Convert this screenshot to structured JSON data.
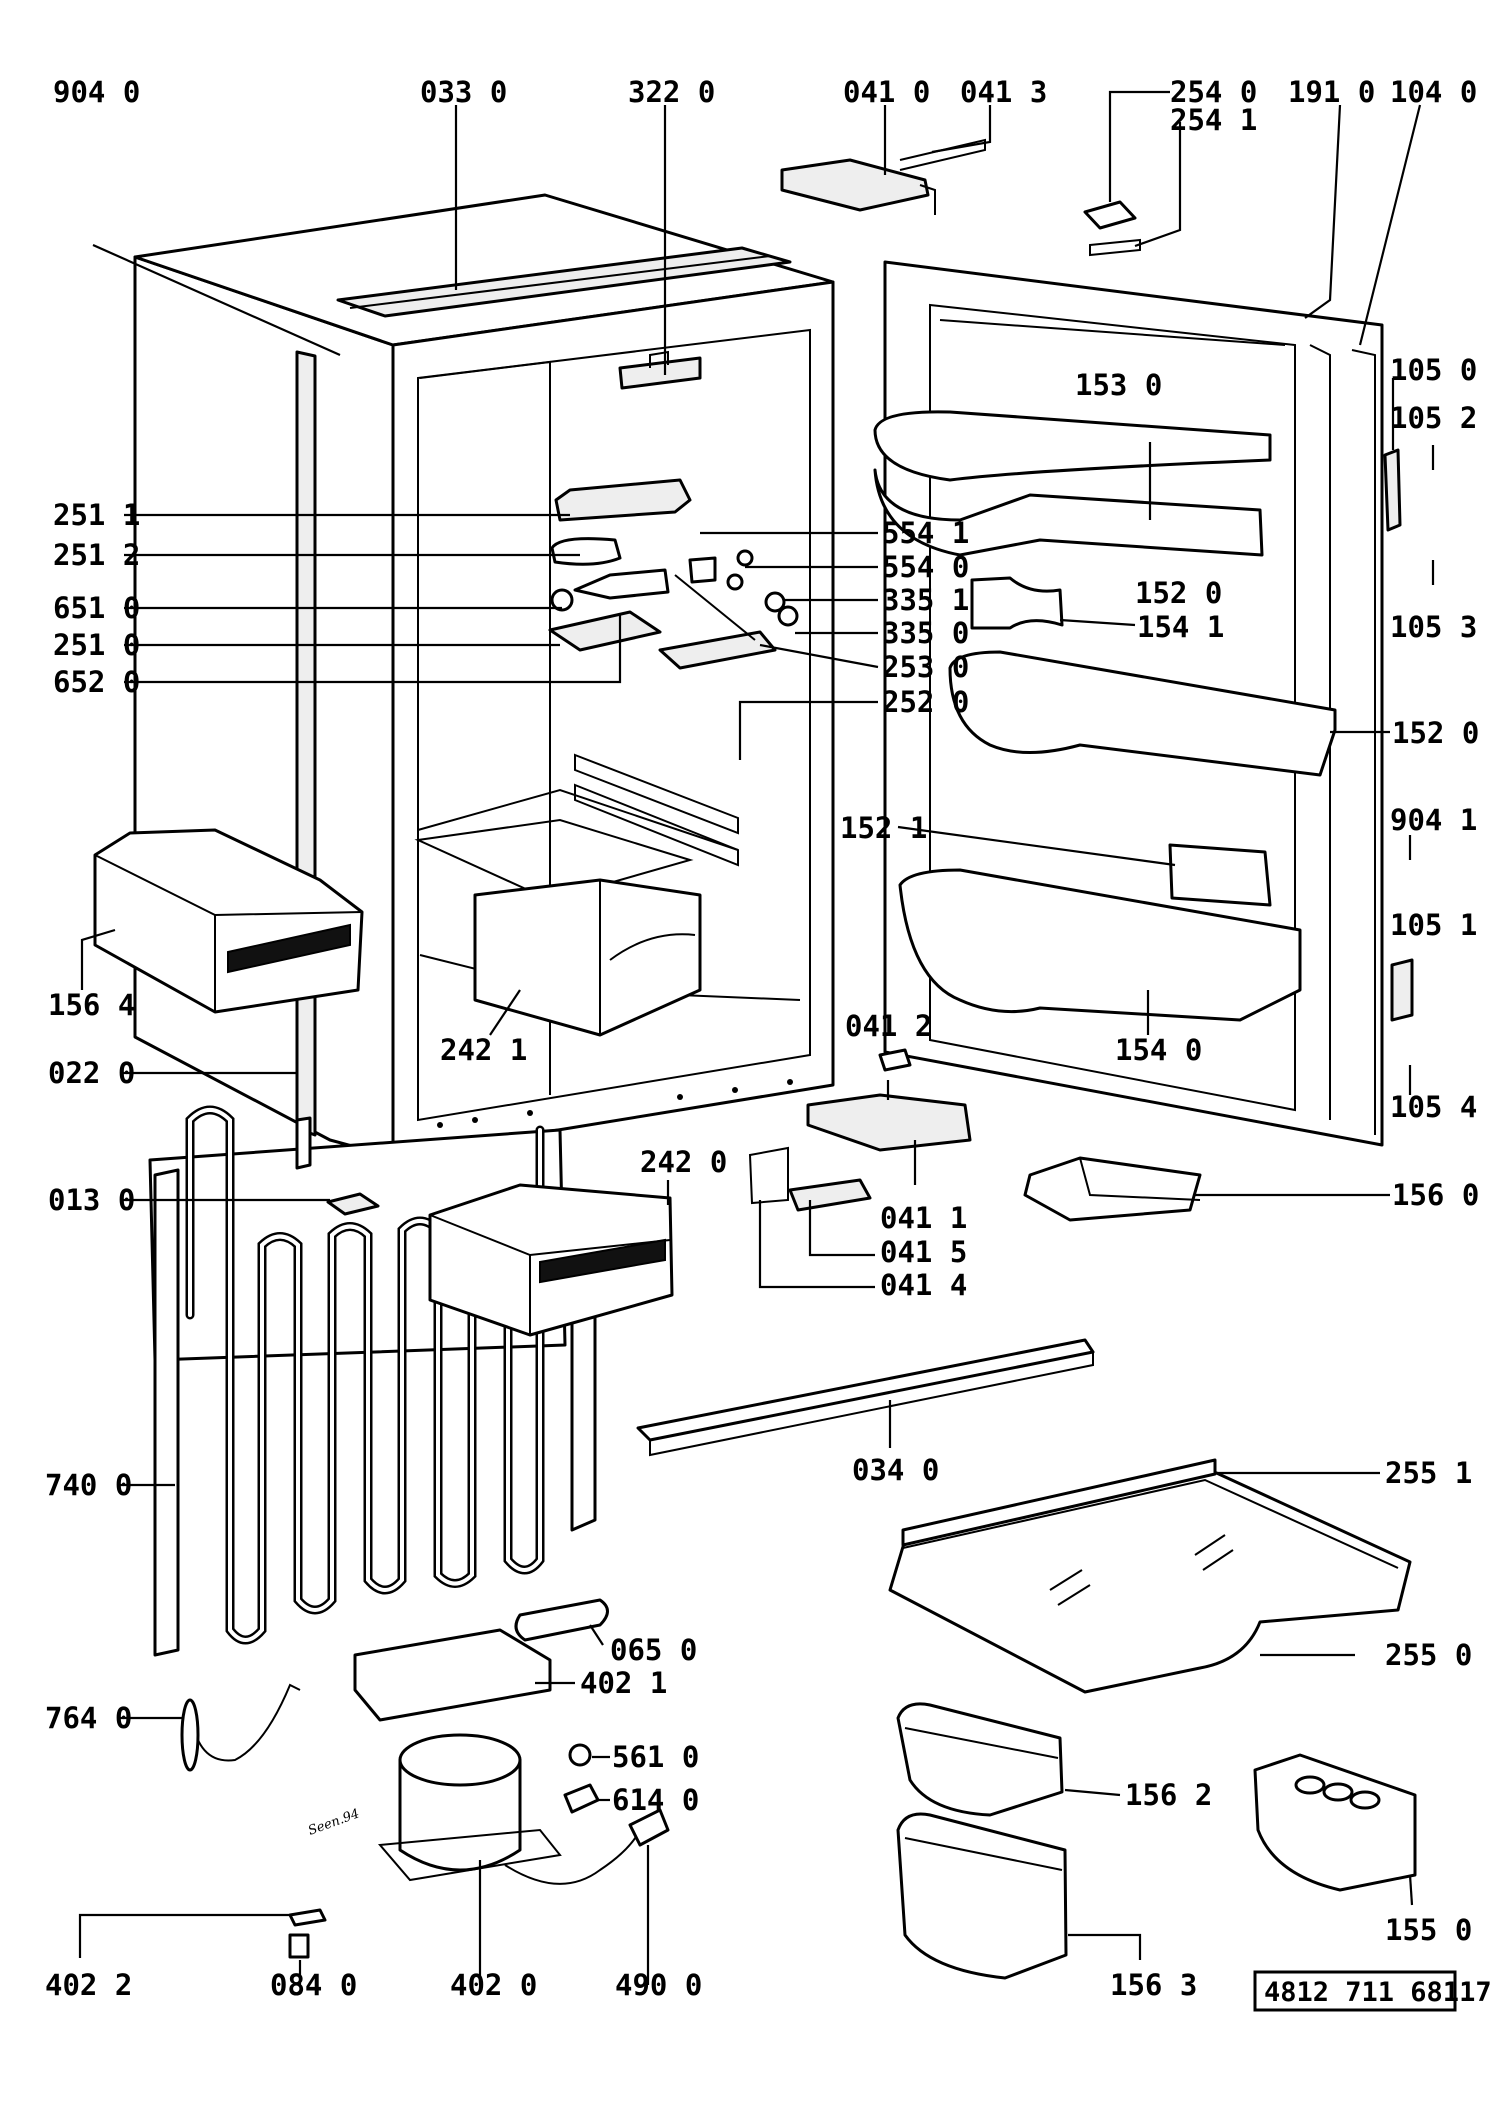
{
  "labels": {
    "l9040": "904 0",
    "l0330": "033 0",
    "l3220": "322 0",
    "l0410": "041 0",
    "l0413": "041 3",
    "l2540": "254 0",
    "l2541": "254 1",
    "l1910": "191 0",
    "l1040": "104 0",
    "l1050": "105 0",
    "l1052": "105 2",
    "l1530": "153 0",
    "l1520a": "152 0",
    "l1053": "105 3",
    "l1541": "154 1",
    "l1520b": "152 0",
    "l9041": "904 1",
    "l1521": "152 1",
    "l1051": "105 1",
    "l1540": "154 0",
    "l1054": "105 4",
    "l0412": "041 2",
    "l0411": "041 1",
    "l0415": "041 5",
    "l0414": "041 4",
    "l1560": "156 0",
    "l2511": "251 1",
    "l2512": "251 2",
    "l6510": "651 0",
    "l2510": "251 0",
    "l6520": "652 0",
    "l5541": "554 1",
    "l5540": "554 0",
    "l3351": "335 1",
    "l3350": "335 0",
    "l2530": "253 0",
    "l2520": "252 0",
    "l1564": "156 4",
    "l2421": "242 1",
    "l0220": "022 0",
    "l0130": "013 0",
    "l2420": "242 0",
    "l0340": "034 0",
    "l7400": "740 0",
    "l2551": "255 1",
    "l0650": "065 0",
    "l4021": "402 1",
    "l2550": "255 0",
    "l7640": "764 0",
    "l5610": "561 0",
    "l6140": "614 0",
    "l1562": "156 2",
    "l1550": "155 0",
    "l1563": "156 3",
    "l4022": "402 2",
    "l0840": "084 0",
    "l4020": "402 0",
    "l4900": "490 0"
  },
  "reference_number": "4812  711  68117",
  "compressor_signature": "Seen.94"
}
